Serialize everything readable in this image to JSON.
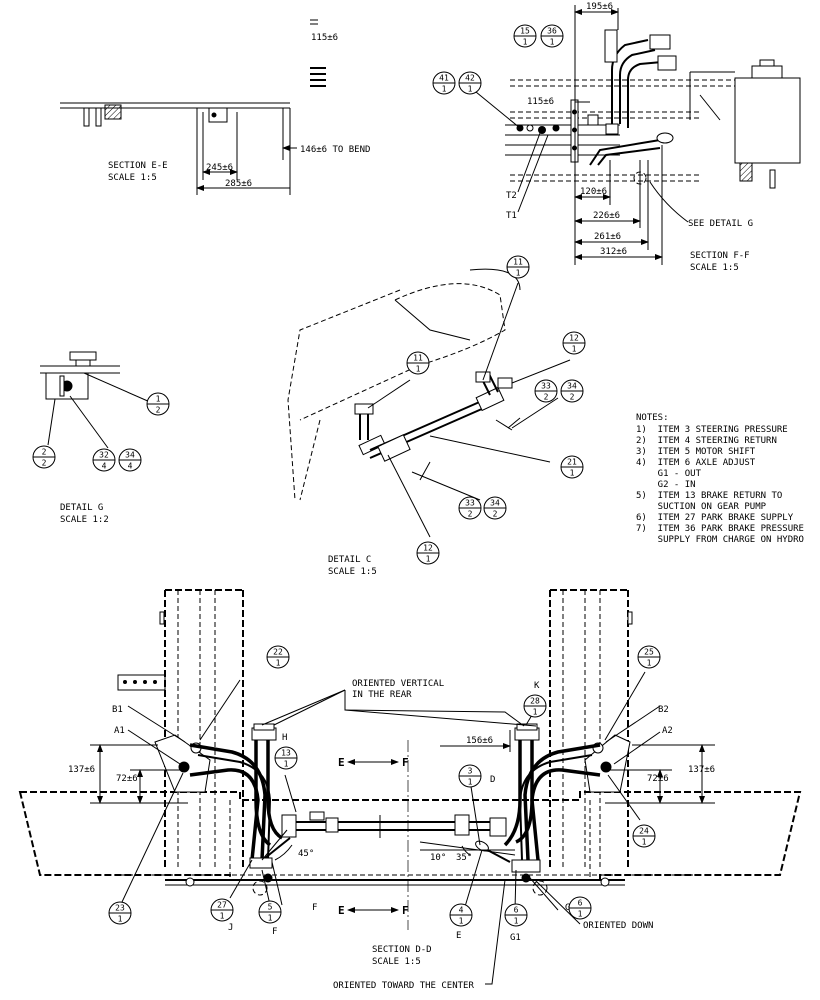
{
  "section_ee": {
    "title": "SECTION  E-E",
    "scale": "SCALE  1:5",
    "top_dim": "115±6",
    "dims": [
      "146±6 TO BEND",
      "245±6",
      "285±6"
    ]
  },
  "section_ff": {
    "title": "SECTION  F-F",
    "scale": "SCALE  1:5",
    "dims": [
      "195±6",
      "115±6",
      "120±6",
      "226±6",
      "261±6",
      "312±6"
    ],
    "see_detail": "SEE DETAIL  G",
    "tube_labels": [
      "T2",
      "T1"
    ]
  },
  "detail_g": {
    "title": "DETAIL  G",
    "scale": "SCALE  1:2"
  },
  "detail_c": {
    "title": "DETAIL C",
    "scale": "SCALE  1:5"
  },
  "section_dd": {
    "title": "SECTION  D-D",
    "scale": "SCALE  1:5",
    "dims": [
      "137±6",
      "72±6",
      "156±6",
      "72±6",
      "137±6"
    ],
    "angles": [
      "45°",
      "10°",
      "35°"
    ],
    "labels": [
      "B1",
      "A1",
      "H",
      "K",
      "B2",
      "A2",
      "D",
      "J",
      "F",
      "F",
      "E",
      "G1",
      "G2"
    ],
    "cut_labels": [
      "E",
      "F",
      "E",
      "F"
    ],
    "notes": [
      "ORIENTED VERTICAL\nIN THE REAR",
      "ORIENTED TOWARD THE CENTER",
      "ORIENTED DOWN"
    ]
  },
  "balloons": [
    {
      "top": "15",
      "bottom": "1"
    },
    {
      "top": "36",
      "bottom": "1"
    },
    {
      "top": "41",
      "bottom": "1"
    },
    {
      "top": "42",
      "bottom": "1"
    },
    {
      "top": "1",
      "bottom": "2"
    },
    {
      "top": "2",
      "bottom": "2"
    },
    {
      "top": "32",
      "bottom": "4"
    },
    {
      "top": "34",
      "bottom": "4"
    },
    {
      "top": "11",
      "bottom": "1"
    },
    {
      "top": "11",
      "bottom": "1"
    },
    {
      "top": "12",
      "bottom": "1"
    },
    {
      "top": "33",
      "bottom": "2"
    },
    {
      "top": "34",
      "bottom": "2"
    },
    {
      "top": "21",
      "bottom": "1"
    },
    {
      "top": "33",
      "bottom": "2"
    },
    {
      "top": "34",
      "bottom": "2"
    },
    {
      "top": "12",
      "bottom": "1"
    },
    {
      "top": "22",
      "bottom": "1"
    },
    {
      "top": "25",
      "bottom": "1"
    },
    {
      "top": "28",
      "bottom": "1"
    },
    {
      "top": "13",
      "bottom": "1"
    },
    {
      "top": "3",
      "bottom": "1"
    },
    {
      "top": "24",
      "bottom": "1"
    },
    {
      "top": "23",
      "bottom": "1"
    },
    {
      "top": "27",
      "bottom": "1"
    },
    {
      "top": "5",
      "bottom": "1"
    },
    {
      "top": "4",
      "bottom": "1"
    },
    {
      "top": "6",
      "bottom": "1"
    },
    {
      "top": "6",
      "bottom": "1"
    }
  ],
  "notes": {
    "header": "NOTES:",
    "lines": [
      "1)  ITEM 3 STEERING PRESSURE",
      "2)  ITEM 4 STEERING RETURN",
      "3)  ITEM 5 MOTOR SHIFT",
      "4)  ITEM 6 AXLE ADJUST",
      "    G1 - OUT",
      "    G2 - IN",
      "5)  ITEM 13 BRAKE RETURN TO",
      "    SUCTION ON GEAR PUMP",
      "6)  ITEM 27 PARK BRAKE SUPPLY",
      "7)  ITEM 36 PARK BRAKE PRESSURE",
      "    SUPPLY FROM CHARGE ON HYDRO"
    ]
  }
}
